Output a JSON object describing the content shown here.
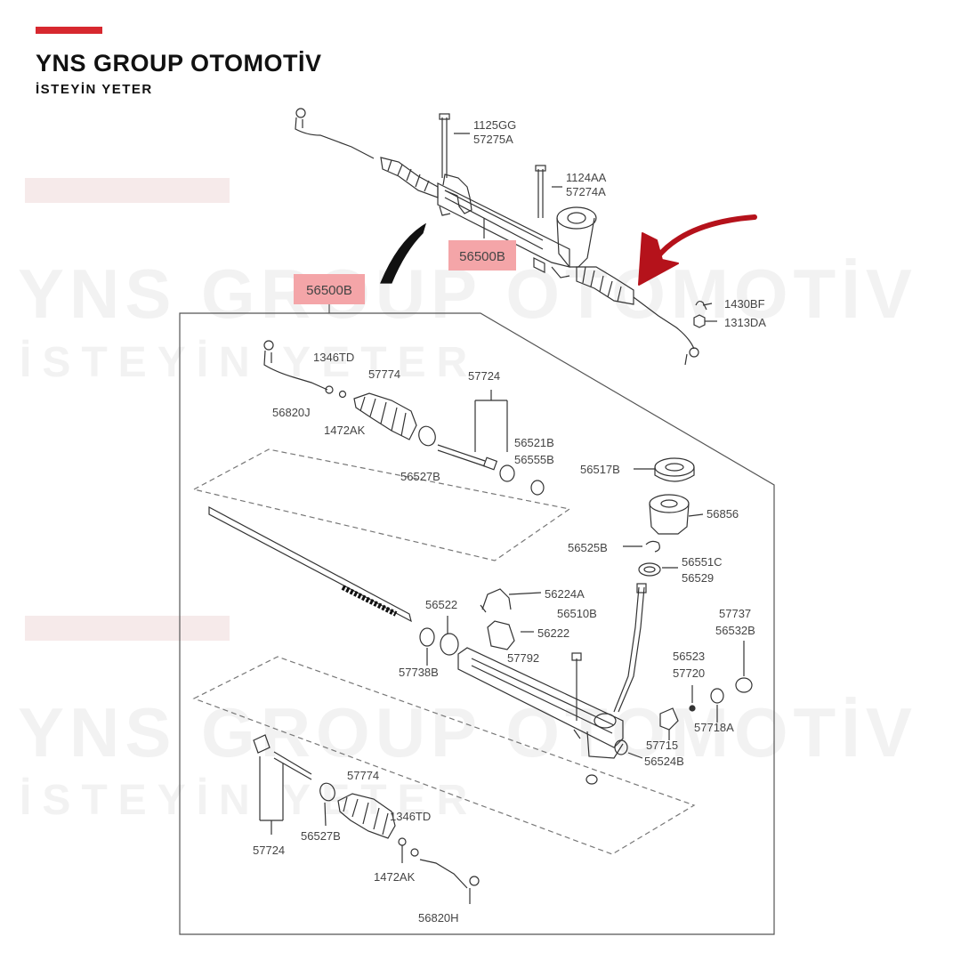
{
  "brand": {
    "title": "YNS GROUP OTOMOTİV",
    "subtitle": "İSTEYİN YETER",
    "accent_color": "#d7282f"
  },
  "watermark": {
    "title": "YNS GROUP OTOMOTİV",
    "subtitle": "İSTEYİN YETER"
  },
  "diagram": {
    "assembly_code": "56500B",
    "highlight_color": "#f4a5a8",
    "arrow_color": "#b5121b",
    "top_labels": {
      "bolt_1": [
        "1125GG",
        "57275A"
      ],
      "bolt_2": [
        "1124AA",
        "57274A"
      ],
      "tie_end_parts": [
        "1430BF",
        "1313DA"
      ]
    },
    "parts": {
      "p1346TD_a": "1346TD",
      "p57774_a": "57774",
      "p56820J": "56820J",
      "p1472AK_a": "1472AK",
      "p57724_a": "57724",
      "p56521B": "56521B",
      "p56555B": "56555B",
      "p56527B_a": "56527B",
      "p56517B": "56517B",
      "p56856": "56856",
      "p56525B": "56525B",
      "p56551C": "56551C",
      "p56529": "56529",
      "p56224A": "56224A",
      "p56510B": "56510B",
      "p56522": "56522",
      "p56222": "56222",
      "p57737": "57737",
      "p56532B": "56532B",
      "p57738B": "57738B",
      "p57792": "57792",
      "p56523": "56523",
      "p57720": "57720",
      "p57718A": "57718A",
      "p57715": "57715",
      "p56524B": "56524B",
      "p57774_b": "57774",
      "p1346TD_b": "1346TD",
      "p57724_b": "57724",
      "p56527B_b": "56527B",
      "p1472AK_b": "1472AK",
      "p56820H": "56820H"
    }
  }
}
